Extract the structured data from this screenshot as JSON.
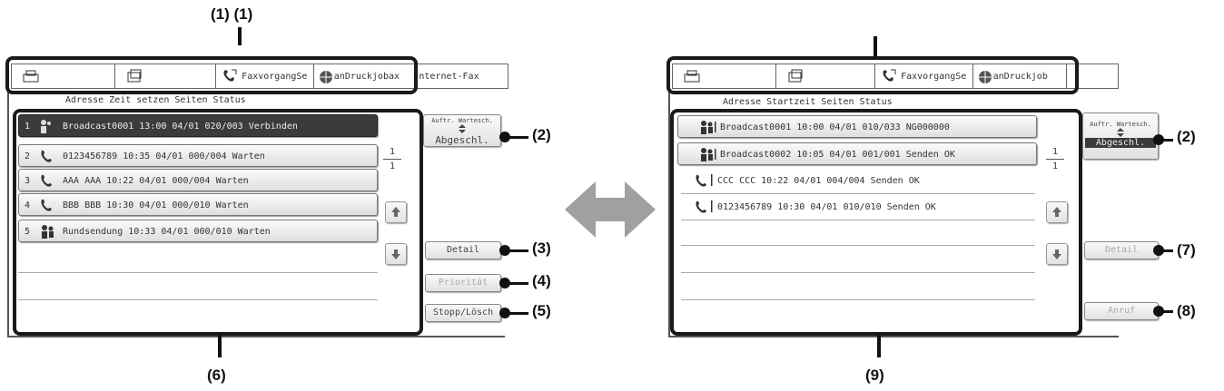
{
  "left": {
    "callout_top": "(1) (1)",
    "tabs": [
      "",
      "",
      "FaxvorgangSe",
      "anDruckjobax",
      "nternet-Fax"
    ],
    "header": "Adresse        Zeit setzen  Seiten Status",
    "rows": [
      {
        "num": "1",
        "text": "Broadcast0001 13:00 04/01 020/003 Verbinden"
      },
      {
        "num": "2",
        "text": "0123456789          10:35 04/01 000/004 Warten"
      },
      {
        "num": "3",
        "text": "AAA AAA             10:22 04/01 000/004 Warten"
      },
      {
        "num": "4",
        "text": "BBB BBB             10:30 04/01 000/010 Warten"
      },
      {
        "num": "5",
        "text": "Rundsendung         10:33 04/01 000/010 Warten"
      }
    ],
    "pager": [
      "1",
      "1"
    ],
    "btn_toggle_top": "Auftr. Wartesch.",
    "btn_toggle_bottom": "Abgeschl.",
    "btn_detail": "Detail",
    "btn_priority": "Priorität",
    "btn_stop": "Stopp/Lösch",
    "callouts": {
      "c2": "(2)",
      "c3": "(3)",
      "c4": "(4)",
      "c5": "(5)",
      "c6": "(6)"
    }
  },
  "right": {
    "tabs": [
      "",
      "",
      "FaxvorgangSe",
      "anDruckjob",
      ""
    ],
    "header": "Adresse Startzeit Seiten Status",
    "rows": [
      {
        "text": "Broadcast0001 10:00 04/01 010/033 NG000000"
      },
      {
        "text": "Broadcast0002     10:05 04/01 001/001 Senden OK"
      },
      {
        "text": "CCC CCC           10:22 04/01 004/004 Senden OK"
      },
      {
        "text": "0123456789        10:30 04/01 010/010 Senden OK"
      }
    ],
    "pager": [
      "1",
      "1"
    ],
    "btn_toggle_top": "Auftr. Wartesch.",
    "btn_toggle_bottom": "Abgeschl.",
    "btn_detail": "Detail",
    "btn_call": "Anruf",
    "callouts": {
      "c2": "(2)",
      "c7": "(7)",
      "c8": "(8)",
      "c9": "(9)"
    }
  },
  "colors": {
    "ink": "#111111",
    "arrow": "#a0a0a0",
    "selected_row": "#3b3b3b"
  }
}
